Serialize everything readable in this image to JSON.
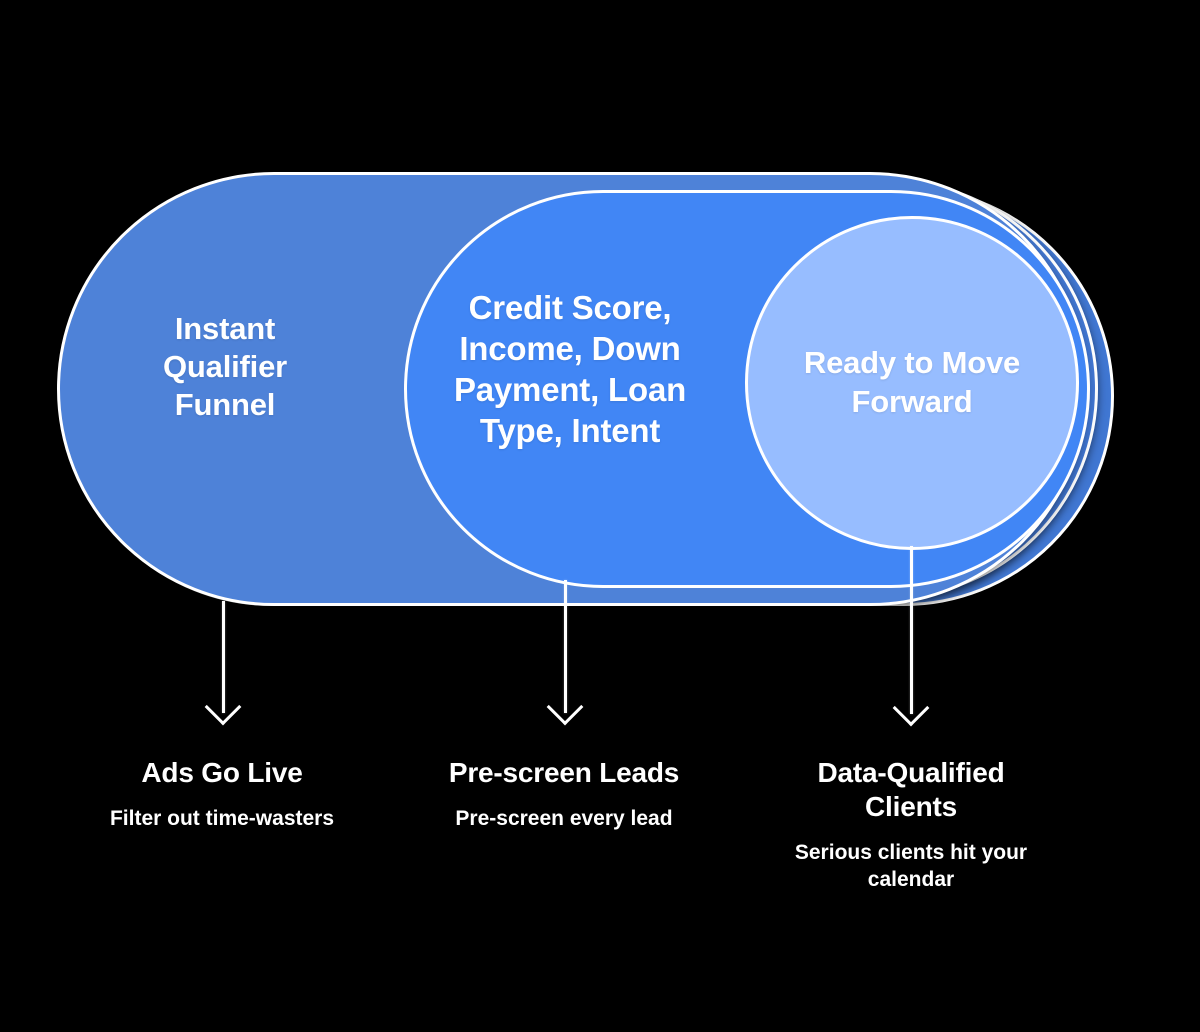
{
  "diagram": {
    "type": "nested-venn-funnel",
    "background_color": "#000000",
    "rings": [
      {
        "id": "outer",
        "label": "Instant Qualifier Funnel",
        "color": "#4E82D8",
        "stroke": "#FFFFFF"
      },
      {
        "id": "middle",
        "label": "Credit Score, Income, Down Payment, Loan Type, Intent",
        "color": "#4186F5",
        "stroke": "#FFFFFF"
      },
      {
        "id": "inner",
        "label": "Ready to Move Forward",
        "color": "#97BDFF",
        "stroke": "#FFFFFF"
      }
    ],
    "steps": [
      {
        "title": "Ads Go Live",
        "description": "Filter out time-wasters"
      },
      {
        "title": "Pre-screen Leads",
        "description": "Pre-screen every lead"
      },
      {
        "title": "Data-Qualified Clients",
        "description": "Serious clients hit your calendar"
      }
    ]
  }
}
